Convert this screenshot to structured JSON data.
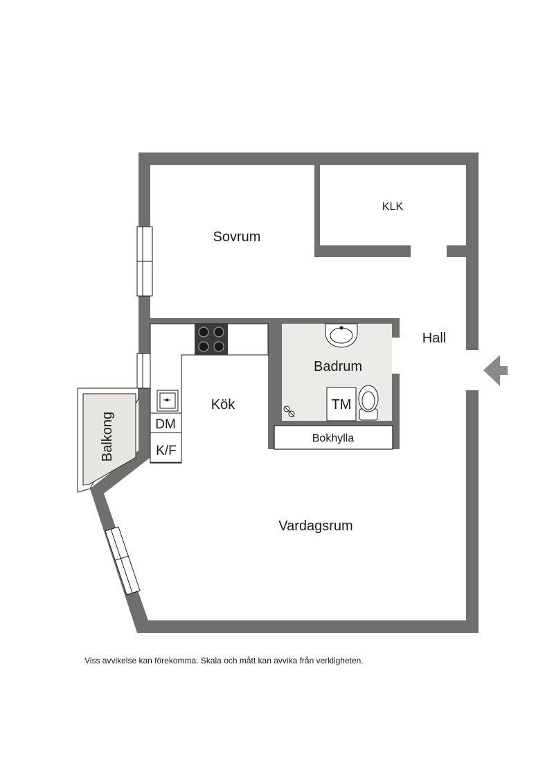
{
  "colors": {
    "wall": "#6f6f70",
    "floor": "#ffffff",
    "bathroom_floor": "#ecebe7",
    "balcony_floor": "#e7e6e1",
    "line": "#1a1a1a",
    "entrance_arrow": "#8a8a8a"
  },
  "rooms": {
    "sovrum": "Sovrum",
    "klk": "KLK",
    "hall": "Hall",
    "badrum": "Badrum",
    "kok": "Kök",
    "balkong": "Balkong",
    "vardagsrum": "Vardagsrum"
  },
  "fixtures": {
    "tm": "TM",
    "dm": "DM",
    "kf": "K/F",
    "bokhylla": "Bokhylla"
  },
  "icons": [
    "stove-icon",
    "sink-icon",
    "washbasin-icon",
    "toilet-icon",
    "floor-drain-icon",
    "entrance-arrow-icon",
    "window-icon"
  ],
  "disclaimer": "Viss avvikelse kan förekomma. Skala och mått kan avvika från verkligheten."
}
